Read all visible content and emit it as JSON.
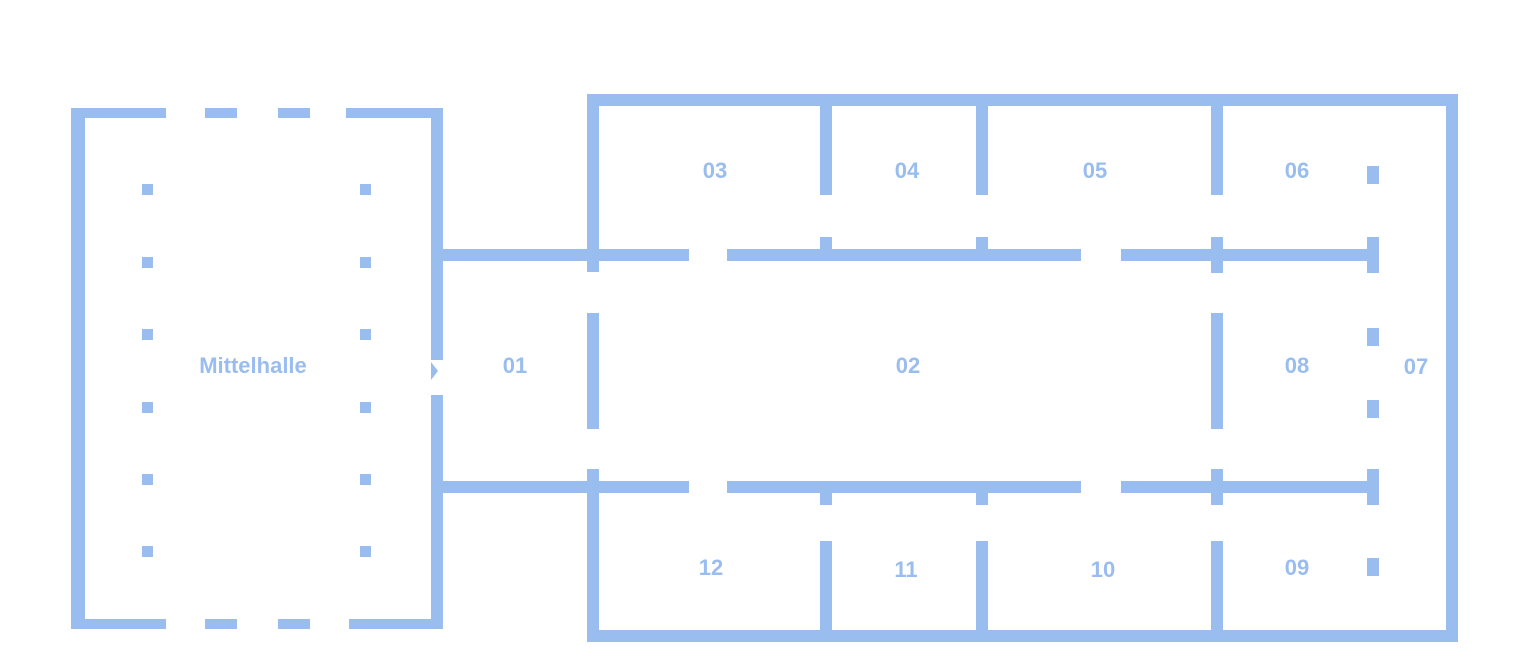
{
  "colors": {
    "wall": "#99bdee",
    "background": "#ffffff"
  },
  "rooms": {
    "mittelhalle": "Mittelhalle",
    "r01": "01",
    "r02": "02",
    "r03": "03",
    "r04": "04",
    "r05": "05",
    "r06": "06",
    "r07": "07",
    "r08": "08",
    "r09": "09",
    "r10": "10",
    "r11": "11",
    "r12": "12"
  },
  "icons": {
    "entrance": "entrance-arrow-icon"
  }
}
